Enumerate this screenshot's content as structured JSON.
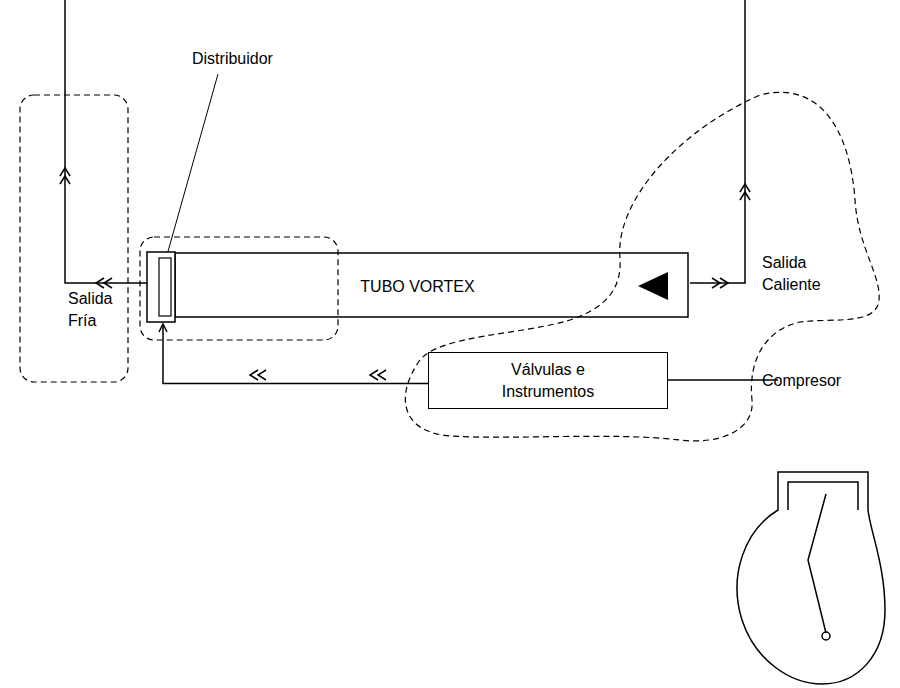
{
  "diagram": {
    "nodes": [
      {
        "text": [
          "TUBO VORTEX"
        ]
      },
      {
        "text": [
          "Válvulas e Instrumentos"
        ]
      }
    ],
    "edges": [
      {
        "from": 1,
        "to": 0,
        "arrow": "to"
      }
    ],
    "labels": [
      "Distribuidor",
      "Salida Fría",
      "Salida Caliente",
      "Compresor"
    ]
  }
}
